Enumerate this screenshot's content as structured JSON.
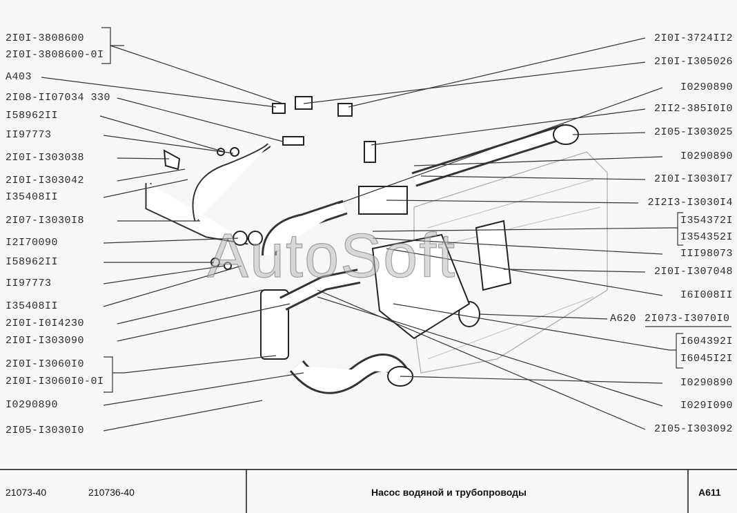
{
  "diagram": {
    "watermark": "AutoSoft",
    "left_labels": [
      "2I0I-3808600",
      "2I0I-3808600-0I",
      "A403",
      "2I08-II07034 330",
      "I58962II",
      "II97773",
      "2I0I-I303038",
      "2I0I-I303042",
      "I35408II",
      "2I07-I3030I8",
      "I2I70090",
      "I58962II",
      "II97773",
      "I35408II",
      "2I0I-I0I4230",
      "2I0I-I303090",
      "2I0I-I3060I0",
      "2I0I-I3060I0-0I",
      "I0290890",
      "2I05-I3030I0"
    ],
    "right_labels": [
      "2I0I-3724II2",
      "2I0I-I305026",
      "I0290890",
      "2II2-385I0I0",
      "2I05-I303025",
      "I0290890",
      "2I0I-I3030I7",
      "2I2I3-I3030I4",
      "I354372I",
      "I354352I",
      "III98073",
      "2I0I-I307048",
      "I6I008II",
      "A620",
      "2I073-I3070I0",
      "I604392I",
      "I6045I2I",
      "I0290890",
      "I029I090",
      "2I05-I303092"
    ]
  },
  "footer": {
    "model1": "21073-40",
    "model2": "210736-40",
    "title": "Насос водяной и трубопроводы",
    "page": "A611"
  }
}
